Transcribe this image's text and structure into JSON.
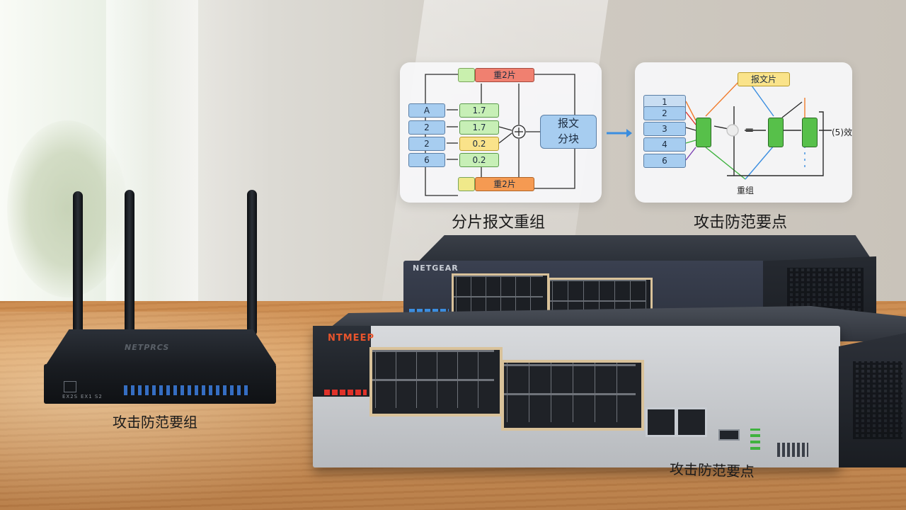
{
  "left_diagram": {
    "caption": "分片报文重组",
    "top_label": "重2片",
    "bottom_label": "重2片",
    "left_cells": [
      "A",
      "2",
      "2",
      "6"
    ],
    "mid_cells": [
      "1.7",
      "1.7",
      "0.2",
      "0.2"
    ],
    "block_line1": "报文",
    "block_line2": "分块"
  },
  "right_diagram": {
    "caption": "攻击防范要点",
    "top_label": "报文片",
    "left_cells": [
      "1",
      "2",
      "3",
      "4",
      "6"
    ],
    "merge_label": "重组",
    "output_label": "(5)效"
  },
  "router": {
    "brand": "NETPRCS",
    "port_label_left": "EX2S",
    "port_label_right": "EX1 S2",
    "caption": "攻击防范要组"
  },
  "switch_top": {
    "brand": "NETGEAR"
  },
  "switch_bottom": {
    "brand": "NTMEEP",
    "caption": "攻击防范要点"
  },
  "colors": {
    "arrow_blue": "#3b8ee0",
    "accent_green": "#3fb23f",
    "accent_orange": "#f07b2c"
  }
}
